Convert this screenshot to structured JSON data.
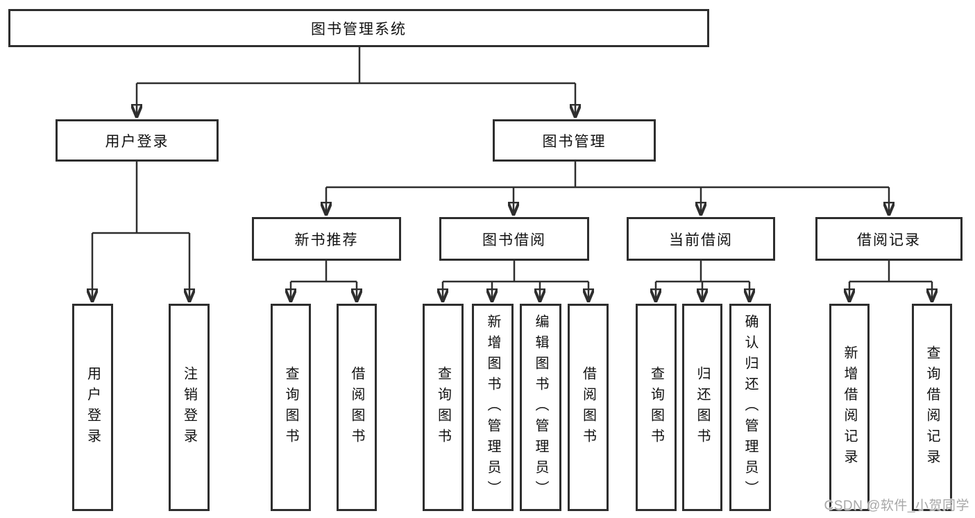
{
  "diagram": {
    "root": {
      "label": "图书管理系统"
    },
    "branches": [
      {
        "label": "用户登录",
        "children": [
          {
            "label": "用户登录"
          },
          {
            "label": "注销登录"
          }
        ]
      },
      {
        "label": "图书管理",
        "children": [
          {
            "label": "新书推荐",
            "children": [
              {
                "label": "查询图书"
              },
              {
                "label": "借阅图书"
              }
            ]
          },
          {
            "label": "图书借阅",
            "children": [
              {
                "label": "查询图书"
              },
              {
                "label": "新增图书（管理员）"
              },
              {
                "label": "编辑图书（管理员）"
              },
              {
                "label": "借阅图书"
              }
            ]
          },
          {
            "label": "当前借阅",
            "children": [
              {
                "label": "查询图书"
              },
              {
                "label": "归还图书"
              },
              {
                "label": "确认归还（管理员）"
              }
            ]
          },
          {
            "label": "借阅记录",
            "children": [
              {
                "label": "新增借阅记录"
              },
              {
                "label": "查询借阅记录"
              }
            ]
          }
        ]
      }
    ]
  },
  "watermark": {
    "text": "CSDN @软件_小贺同学"
  },
  "colors": {
    "line": "#2e2e2e",
    "box_border": "#2e2e2e",
    "text": "#111111",
    "watermark": "#a8a8a8",
    "background": "#ffffff"
  }
}
